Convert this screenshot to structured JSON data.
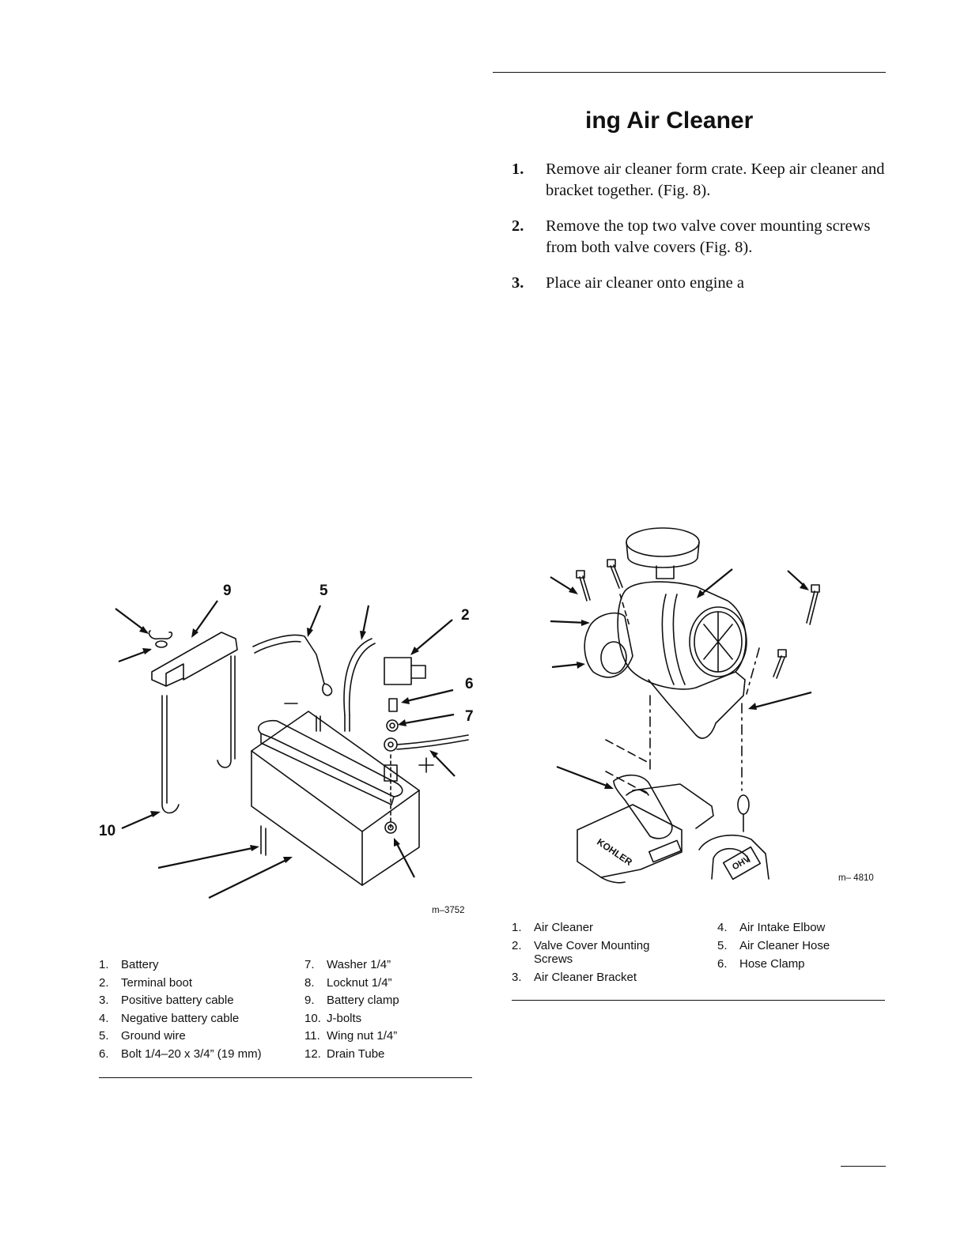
{
  "heading": "ing Air Cleaner",
  "steps": [
    {
      "number": "1.",
      "text": "Remove air cleaner form crate. Keep air cleaner and bracket together. (Fig. 8)."
    },
    {
      "number": "2.",
      "text": "Remove the top two valve cover mounting screws from both valve covers (Fig. 8)."
    },
    {
      "number": "3.",
      "text": "Place air cleaner onto engine a"
    }
  ],
  "figure_battery": {
    "code": "m–3752",
    "callouts": [
      "9",
      "5",
      "2",
      "6",
      "7",
      "10"
    ],
    "legend": [
      {
        "n": "1.",
        "t": "Battery"
      },
      {
        "n": "2.",
        "t": "Terminal boot"
      },
      {
        "n": "3.",
        "t": "Positive battery cable"
      },
      {
        "n": "4.",
        "t": "Negative battery cable"
      },
      {
        "n": "5.",
        "t": "Ground wire"
      },
      {
        "n": "6.",
        "t": "Bolt 1/4–20 x 3/4” (19 mm)"
      },
      {
        "n": "7.",
        "t": "Washer 1/4”"
      },
      {
        "n": "8.",
        "t": "Locknut 1/4”"
      },
      {
        "n": "9.",
        "t": "Battery clamp"
      },
      {
        "n": "10.",
        "t": "J-bolts"
      },
      {
        "n": "11.",
        "t": "Wing nut 1/4”"
      },
      {
        "n": "12.",
        "t": "Drain Tube"
      }
    ]
  },
  "figure_aircleaner": {
    "code": "m– 4810",
    "brand_text": "KOHLER",
    "engine_text": "OHV",
    "legend": [
      {
        "n": "1.",
        "t": "Air Cleaner"
      },
      {
        "n": "2.",
        "t": "Valve Cover Mounting",
        "t2": "Screws"
      },
      {
        "n": "3.",
        "t": "Air Cleaner Bracket"
      },
      {
        "n": "4.",
        "t": "Air Intake Elbow"
      },
      {
        "n": "5.",
        "t": "Air Cleaner Hose"
      },
      {
        "n": "6.",
        "t": "Hose Clamp"
      }
    ]
  }
}
